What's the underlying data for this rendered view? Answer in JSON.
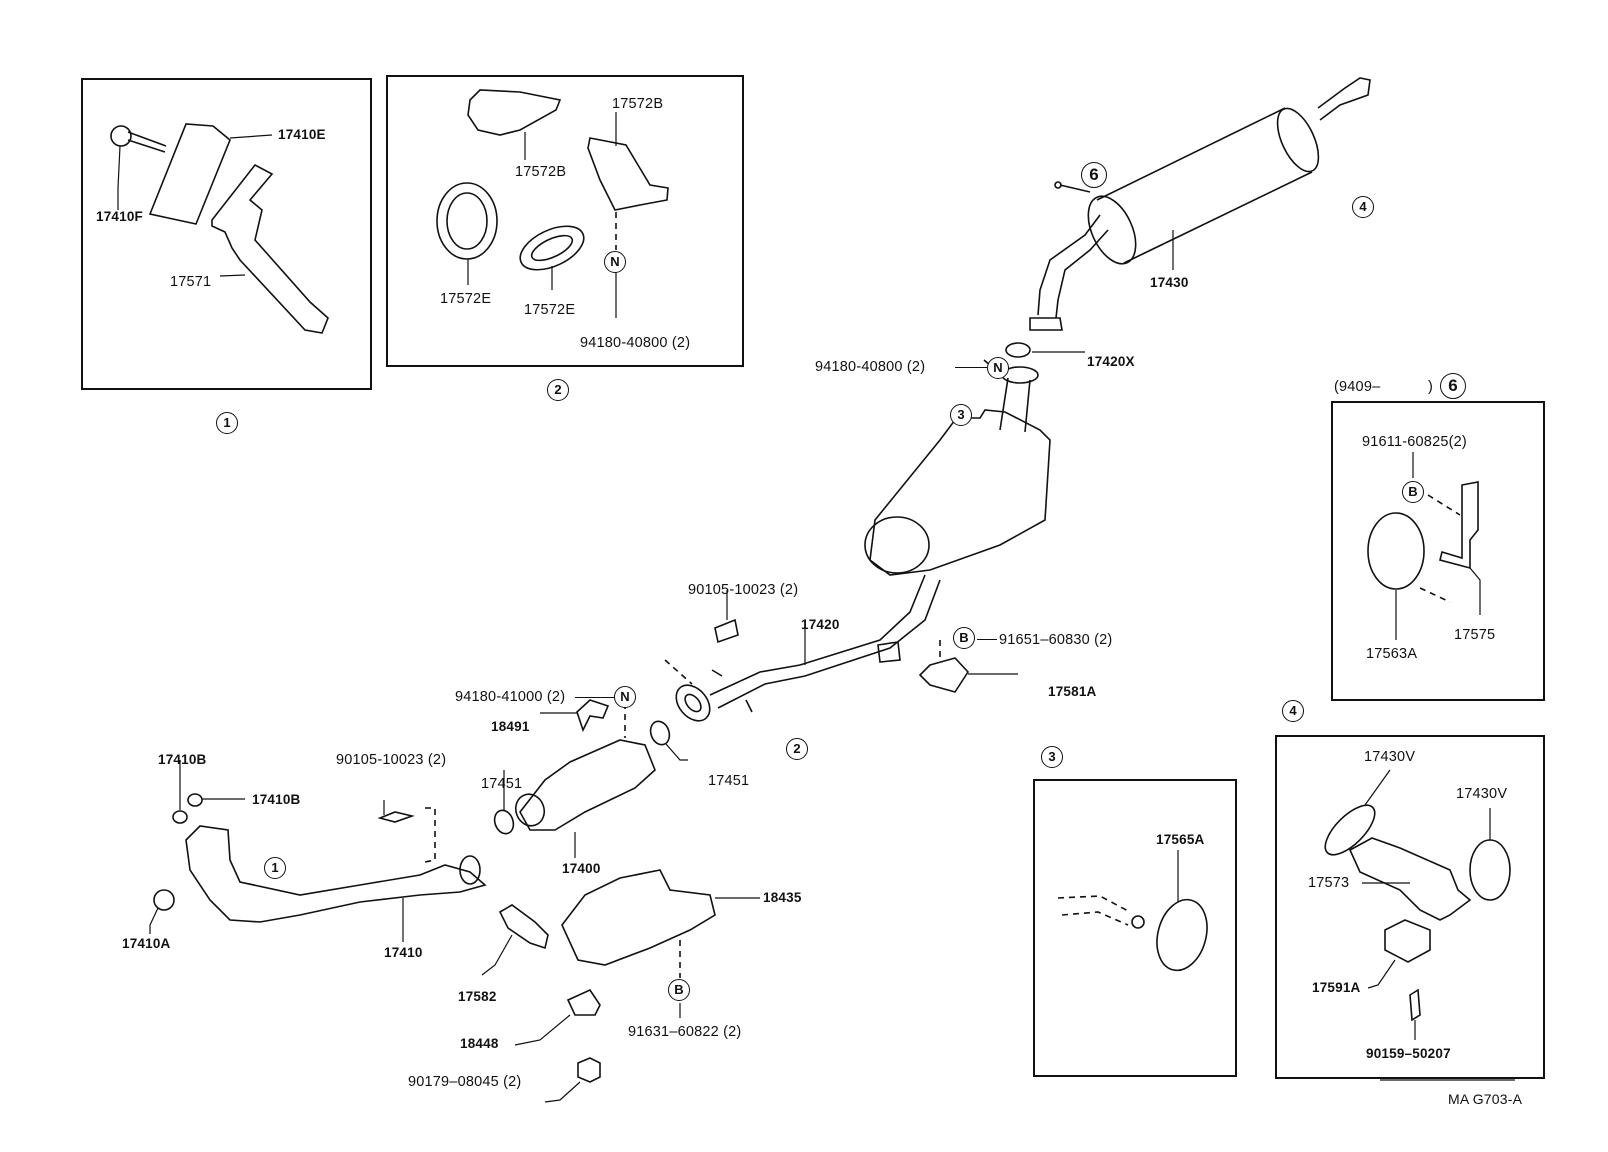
{
  "diagram": {
    "title": "Exhaust Pipe Parts Diagram",
    "figure_code": "MA G703-A",
    "insets": [
      {
        "id": "1",
        "labels": [
          "17410E",
          "17410F",
          "17571"
        ]
      },
      {
        "id": "2",
        "labels": [
          "17572B",
          "17572B",
          "17572E",
          "17572E",
          "94180-40800 (2)"
        ],
        "fastener_symbol": "N"
      },
      {
        "id": "3",
        "labels": [
          "17565A"
        ]
      },
      {
        "id": "4",
        "labels": [
          "17430V",
          "17430V",
          "17573",
          "17591A",
          "90159-50207"
        ]
      },
      {
        "id": "6",
        "header": "(9409-        )",
        "labels": [
          "91611-60825(2)",
          "17563A",
          "17575"
        ],
        "fastener_symbol": "B"
      }
    ],
    "main_labels": {
      "p17410E": "17410E",
      "p17410F": "17410F",
      "p17571": "17571",
      "p17572B_a": "17572B",
      "p17572B_b": "17572B",
      "p17572E_a": "17572E",
      "p17572E_b": "17572E",
      "p94180_40800_inset": "94180-40800 (2)",
      "p17430": "17430",
      "p94180_40800": "94180-40800 (2)",
      "p17420X": "17420X",
      "p9409": "(9409–",
      "p9409_close": ")",
      "p91611": "91611-60825(2)",
      "p17563A": "17563A",
      "p17575": "17575",
      "p90105_a": "90105-10023 (2)",
      "p17420": "17420",
      "p91651": "91651–60830 (2)",
      "p17581A": "17581A",
      "p94180_41000": "94180-41000 (2)",
      "p18491": "18491",
      "p17451_a": "17451",
      "p17451_b": "17451",
      "p17410B_a": "17410B",
      "p17410B_b": "17410B",
      "p90105_b": "90105-10023 (2)",
      "p17400": "17400",
      "p18435": "18435",
      "p17410A": "17410A",
      "p17410": "17410",
      "p17582": "17582",
      "p18448": "18448",
      "p91631": "91631–60822 (2)",
      "p90179": "90179–08045 (2)",
      "p17565A": "17565A",
      "p17430V_a": "17430V",
      "p17430V_b": "17430V",
      "p17573": "17573",
      "p17591A": "17591A",
      "p90159": "90159–50207"
    },
    "ref_circles": {
      "c1": "1",
      "c2": "2",
      "c3": "3",
      "c4": "4",
      "c6": "6",
      "N": "N",
      "B": "B"
    }
  }
}
